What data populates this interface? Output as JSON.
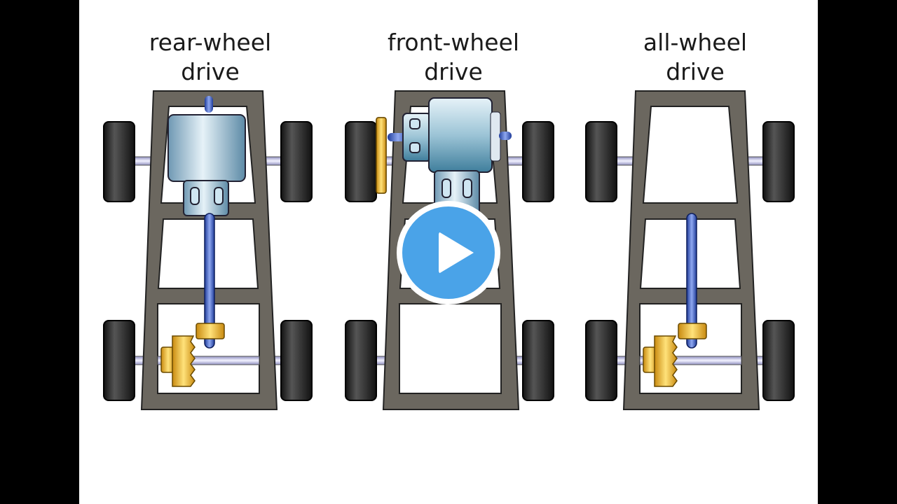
{
  "video": {
    "play_button_label": "Play",
    "accent_color": "#4aa3e8"
  },
  "diagram": {
    "panels": [
      {
        "id": "rwd",
        "title_line1": "rear-wheel",
        "title_line2": "drive",
        "motor": "front-center-vertical",
        "driven_axle": "rear"
      },
      {
        "id": "fwd",
        "title_line1": "front-wheel",
        "title_line2": "drive",
        "motor": "front-transverse",
        "driven_axle": "front"
      },
      {
        "id": "awd",
        "title_line1": "all-wheel",
        "title_line2": "drive",
        "motor": "front-transverse-with-driveshaft",
        "driven_axle": "front+rear"
      }
    ],
    "colors": {
      "frame": "#6b675f",
      "tire": "#2a2a2a",
      "motor": "#9fc3d6",
      "shaft": "#3b5fc4",
      "gear": "#e8b424",
      "axle": "#c8c8e8"
    }
  }
}
